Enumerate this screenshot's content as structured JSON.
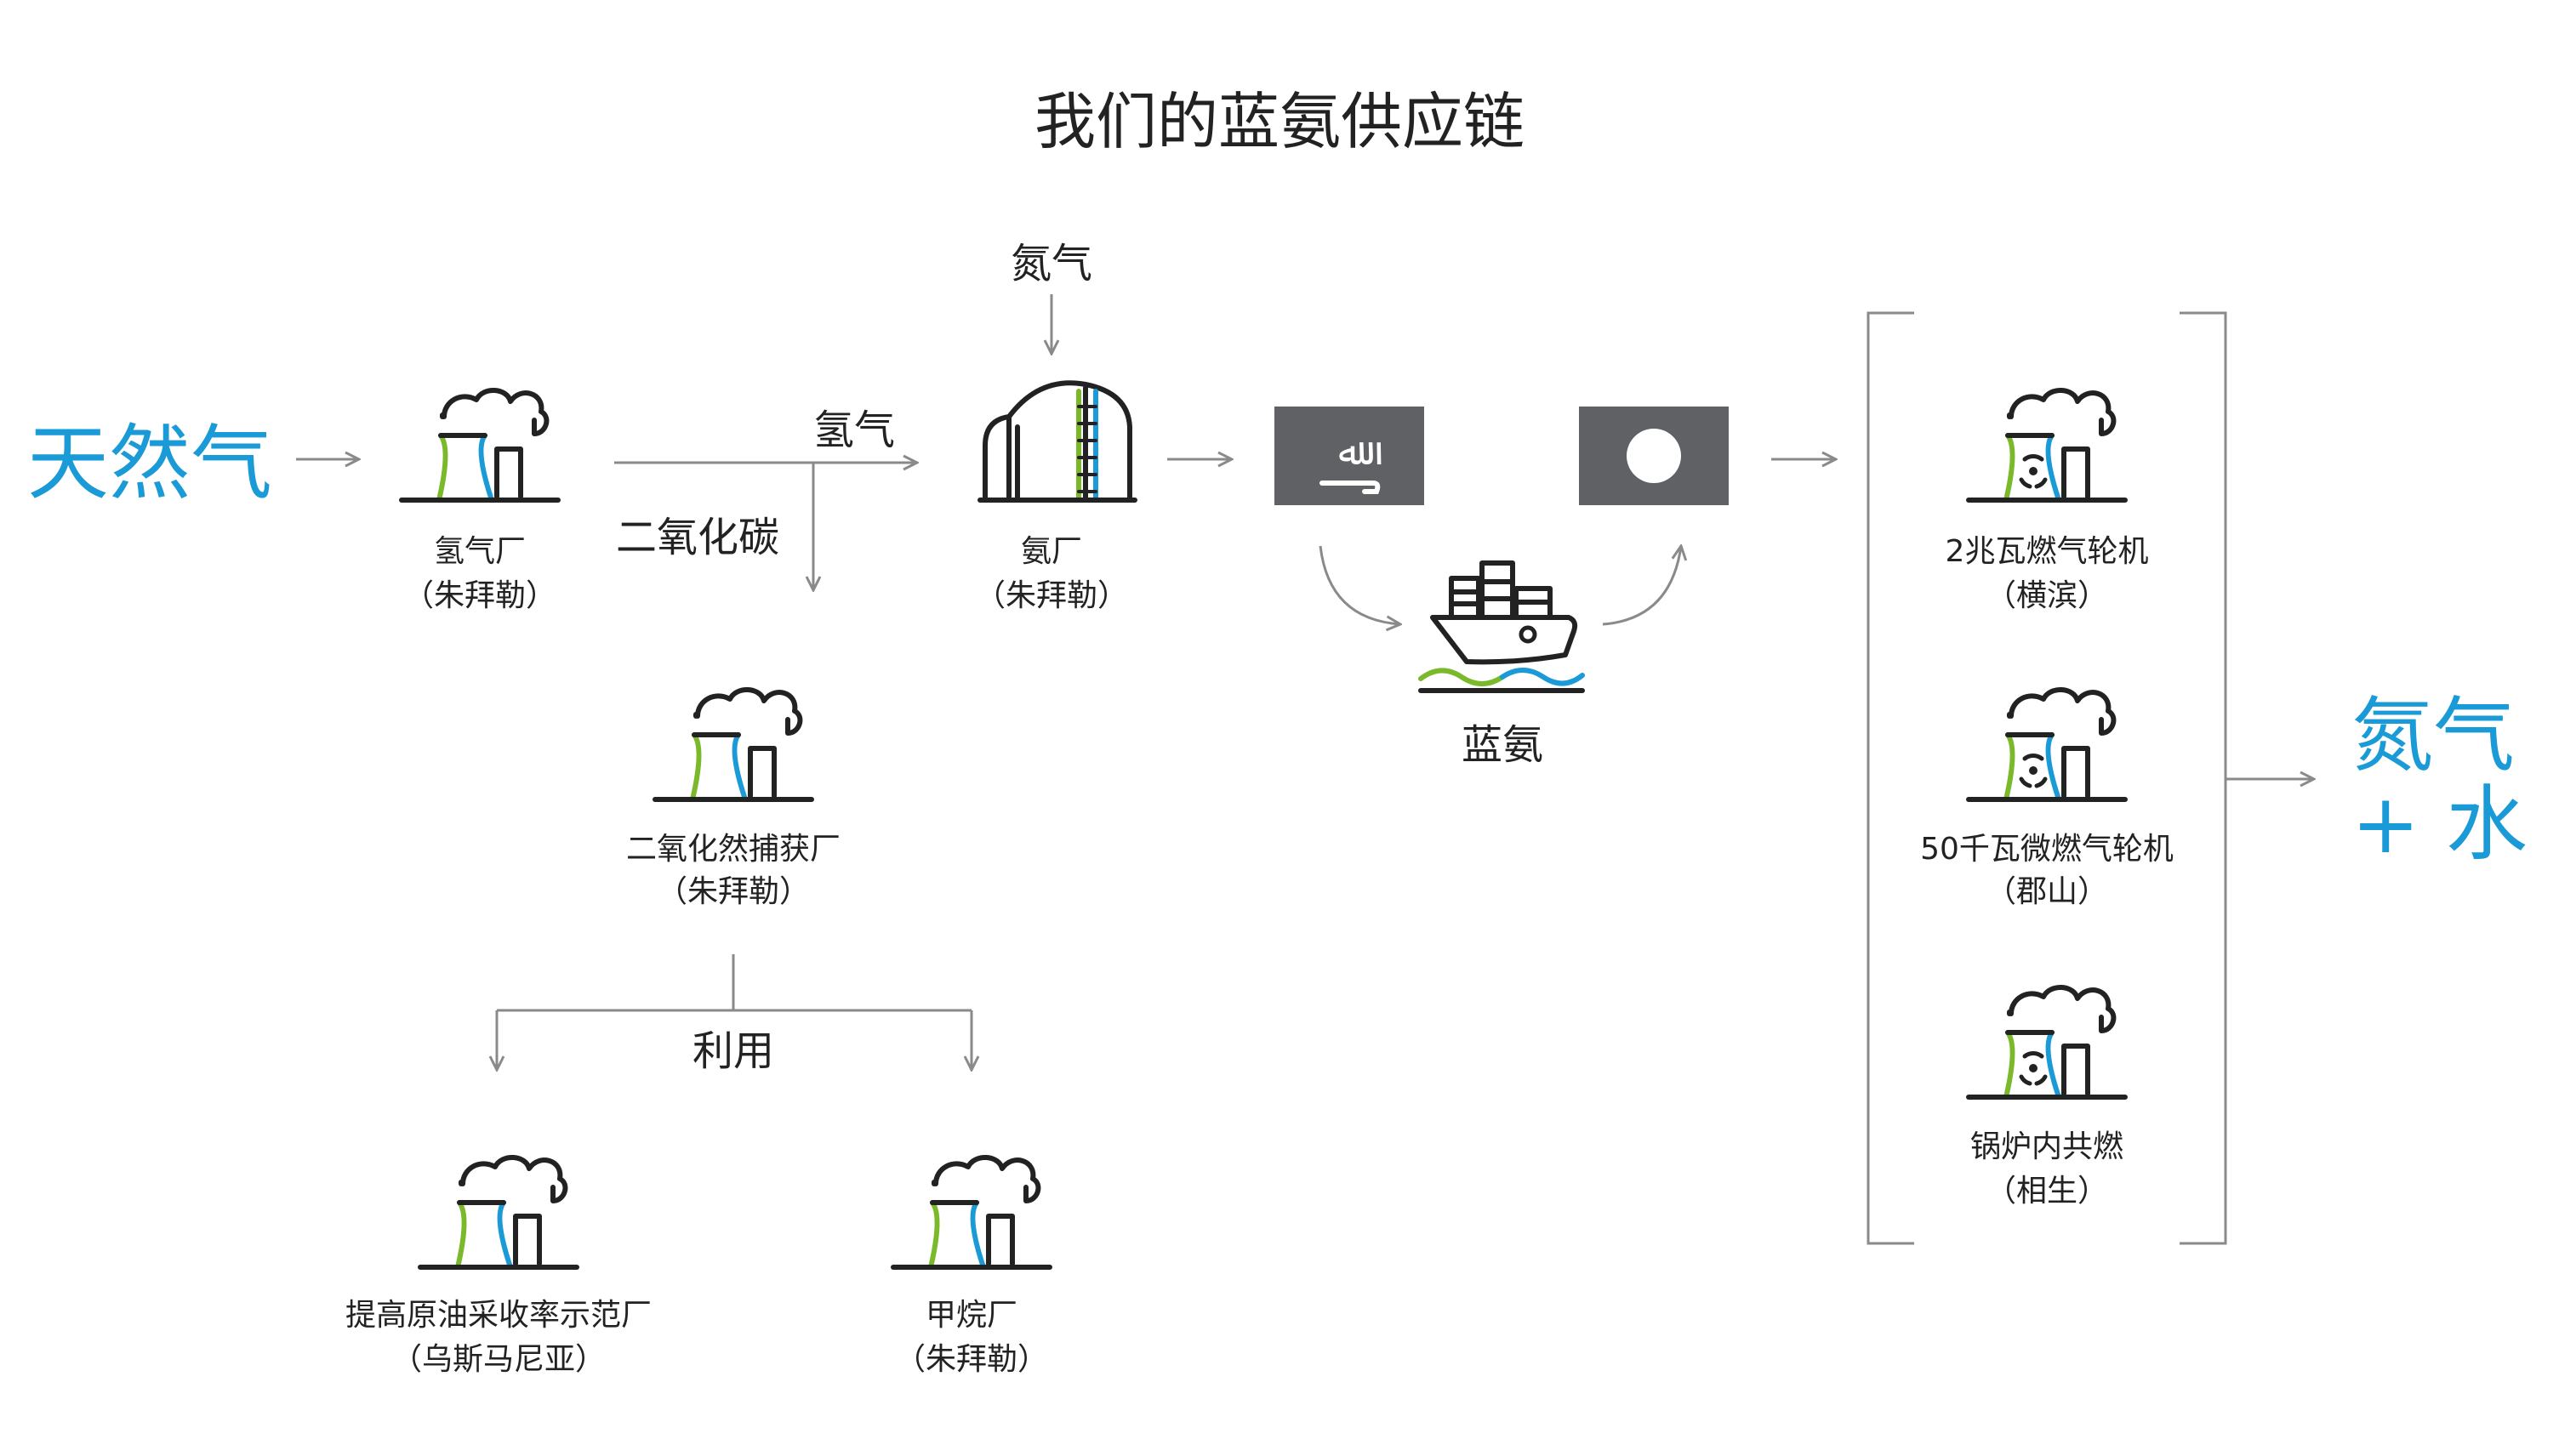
{
  "title": "我们的蓝氨供应链",
  "source": "天然气",
  "hydrogen_plant": {
    "name": "氢气厂",
    "location": "（朱拜勒）"
  },
  "hydrogen_label": "氢气",
  "co2_label": "二氧化碳",
  "nitrogen_label": "氮气",
  "ammonia_plant": {
    "name": "氨厂",
    "location": "（朱拜勒）"
  },
  "capture_plant": {
    "name": "二氧化然捕获厂",
    "location": "（朱拜勒）"
  },
  "utilization_label": "利用",
  "eor_plant": {
    "name": "提高原油采收率示范厂",
    "location": "（乌斯马尼亚）"
  },
  "methane_plant": {
    "name": "甲烷厂",
    "location": "（朱拜勒）"
  },
  "saudi_flag_text": "ﷲ",
  "ship_label": "蓝氨",
  "uses": [
    {
      "name": "2兆瓦燃气轮机",
      "location": "（横滨）"
    },
    {
      "name": "50千瓦微燃气轮机",
      "location": "（郡山）"
    },
    {
      "name": "锅炉内共燃",
      "location": "（相生）"
    }
  ],
  "output_line1": "氮气",
  "output_line2": "+ 水",
  "colors": {
    "accent_blue": "#1a9ad6",
    "accent_green": "#7ab929",
    "flag_grey": "#5f6165",
    "line_grey": "#8a8a8a"
  }
}
